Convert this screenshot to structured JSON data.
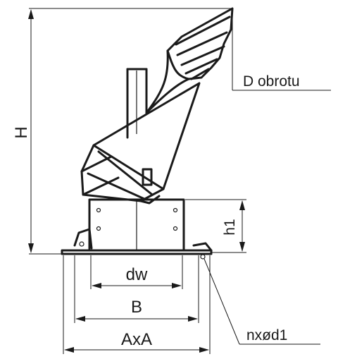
{
  "labels": {
    "height": "H",
    "rotation_diameter": "D obrotu",
    "base_height": "h1",
    "inner_diameter": "dw",
    "b_dimension": "B",
    "flange_size": "AxA",
    "holes": "nxød1"
  }
}
